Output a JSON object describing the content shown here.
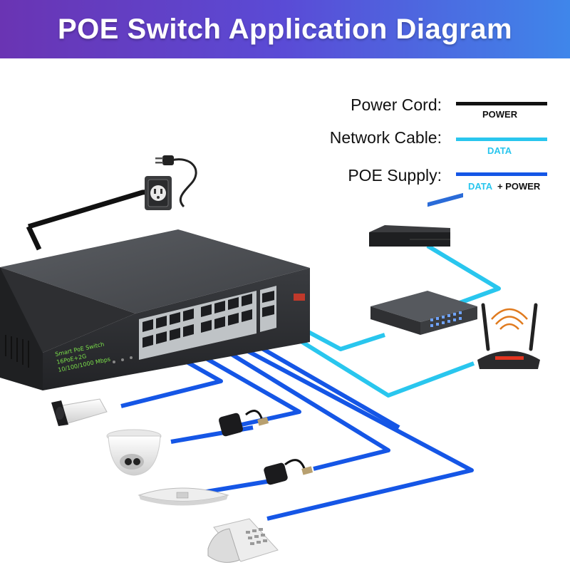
{
  "title": "POE Switch Application Diagram",
  "legend": {
    "power": {
      "label": "Power Cord:",
      "tag": "POWER",
      "color": "#111111"
    },
    "network": {
      "label": "Network Cable:",
      "tag": "DATA",
      "color": "#29c6ee"
    },
    "poe": {
      "label": "POE Supply:",
      "tag_data": "DATA",
      "tag_plus": "+ POWER",
      "color": "#1556e6"
    }
  },
  "switch_label": {
    "line1": "Smart PoE Switch",
    "line2": "16PoE+2G",
    "line3": "10/100/1000 Mbps"
  },
  "colors": {
    "banner_start": "#6a34b3",
    "banner_end": "#3f86ea",
    "switch_body": "#4a4c50",
    "switch_dark": "#2d2e31",
    "label_green": "#7be04a"
  }
}
